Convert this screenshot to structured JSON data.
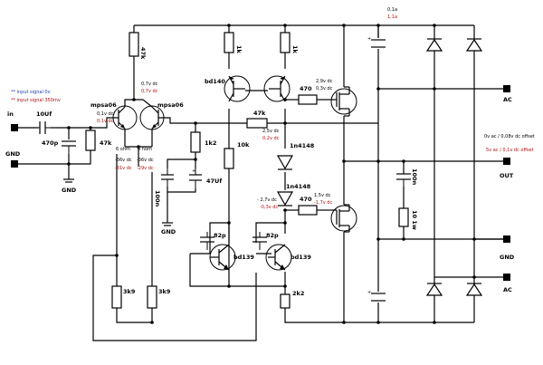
{
  "notes": {
    "input_signal_0v": "** input signal 0v",
    "input_signal_350mv": "** input signal 350mv",
    "offset_0v": "0v ac / 0,08v dc offset",
    "offset_5v": "5v ac / 0,1v dc offset"
  },
  "terminals": {
    "in": "in",
    "gnd_in": "GND",
    "gnd_mid": "GND",
    "ac_top": "AC",
    "out": "OUT",
    "gnd_right": "GND",
    "ac_bottom": "AC",
    "gnd_low": "GND"
  },
  "components": {
    "c_in": "10Uf",
    "c_470p": "470p",
    "r_47k_in": "47k",
    "r_47k_top": "47k",
    "q1": "mpsa06",
    "q2": "mpsa06",
    "r_1k2": "1k2",
    "c_100n": "100n",
    "c_47uf": "47Uf",
    "r_10k": "10k",
    "r_1k_a": "1k",
    "r_1k_b": "1k",
    "q_bd140": "bd140",
    "r_47k_fb": "47k",
    "r_470_top": "470",
    "r_470_bot": "470",
    "d1": "1n4148",
    "d2": "1n4148",
    "c_82p_a": "82p",
    "c_82p_b": "82p",
    "q_bd139_a": "bd139",
    "q_bd139_b": "bd139",
    "r_3k9_a": "3k9",
    "r_3k9_b": "3k9",
    "r_2k2": "2k2",
    "c_100n_out": "100n",
    "r_10_out": "10 1w",
    "cap_rail": "0,1a",
    "cap_rail2": "1,1a"
  },
  "voltages": {
    "v_01_a": "0,1v dc",
    "v_01_b": "0,1v dc",
    "v_07_a": "0,7v dc",
    "v_07_b": "0,7v dc",
    "v_2ohm": "6 ohm",
    "v_4ohm": "4 hom",
    "v_m36_a": "-36v dc",
    "v_m36_b": "-36v dc",
    "v_m31": "-31v dc",
    "v_m29": "-29v dc",
    "v_29": "2,9v dc",
    "v_03": "0,3v dc",
    "v_25": "2,5v dc",
    "v_02": "0,2v dc",
    "v_m27": "- 2,7v dc",
    "v_m03": "-0,3v dc",
    "v_15": "1,5v dc",
    "v_m17": "-1,7v dc"
  }
}
